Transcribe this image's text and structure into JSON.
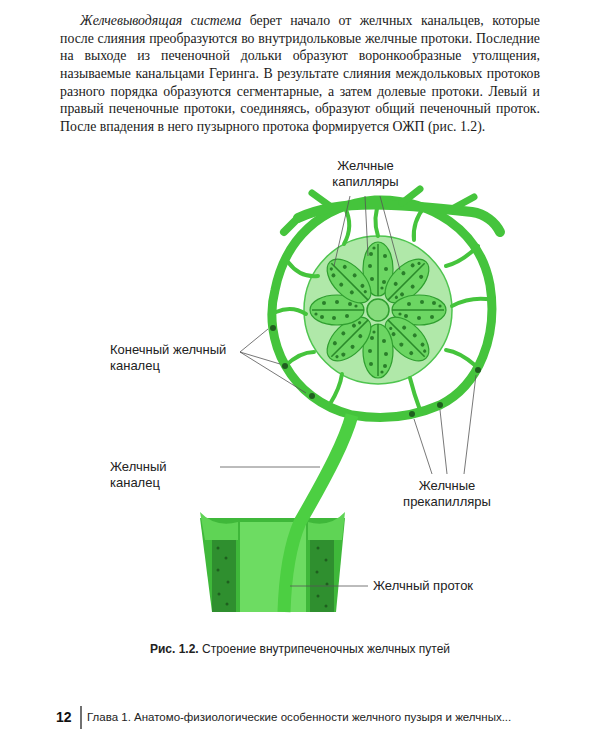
{
  "diagram": {
    "caption": "Рис. 1.2. Строение внутрипеченочных желчных путей",
    "labels": [
      "Желчевыводящая система берет начало от желчных канальцев, которые после слияния преобразуются во внутридольковые желчные протоки. Последние на выходе из печеночной дольки образуют воронкообразные утолщения, называемые канальцами Геринга. В результате слияния междольковых протоков разного порядка образуются сегментарные, а затем долевые протоки. Левый и правый печеночные протоки, соединяясь, образуют общий печеночный проток. После впадения в него пузырного протока формируется ОЖП (рис. 1.2).",
      "Желчные капилляры",
      "Конечный желчный каналец",
      "Желчный каналец",
      "Желчные прекапилляры",
      "Желчный проток",
      "12",
      "Глава 1. Анатомо-физиологические особенности желчного пузыря и желчных..."
    ]
  }
}
